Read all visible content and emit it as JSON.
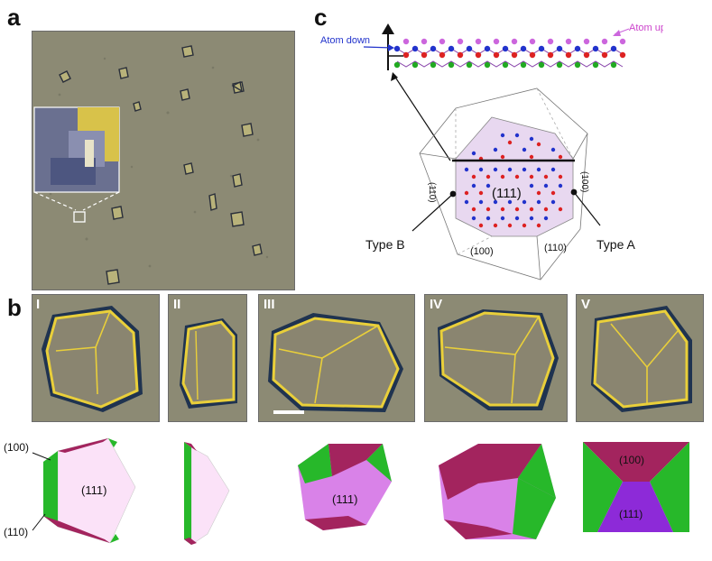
{
  "panels": {
    "a": "a",
    "b": "b",
    "c": "c"
  },
  "panel_b": {
    "roman": [
      "I",
      "II",
      "III",
      "IV",
      "V"
    ]
  },
  "panel_b_models": {
    "facet_111": "(111)",
    "facet_100": "(100)",
    "facet_110": "(110)"
  },
  "panel_c": {
    "atom_up": "Atom up",
    "atom_down": "Atom down",
    "facet_111": "(111)",
    "facet_100_bottom": "(100)",
    "facet_110_bottom": "(110)",
    "facet_110_left": "(110)",
    "facet_100_right": "(100)",
    "type_a": "Type A",
    "type_b": "Type B"
  },
  "colors": {
    "stm_background": "#8c8a74",
    "stm_highlight": "#e9cf3a",
    "stm_edge": "#1f3350",
    "facet_111_light": "#f6d7f2",
    "facet_111_dark": "#b53ad0",
    "facet_100": "#a3245e",
    "facet_110": "#27b82a",
    "atom_blue": "#2233cc",
    "atom_red": "#dd2222",
    "atom_green": "#22aa22",
    "atom_violet": "#cc66dd"
  }
}
